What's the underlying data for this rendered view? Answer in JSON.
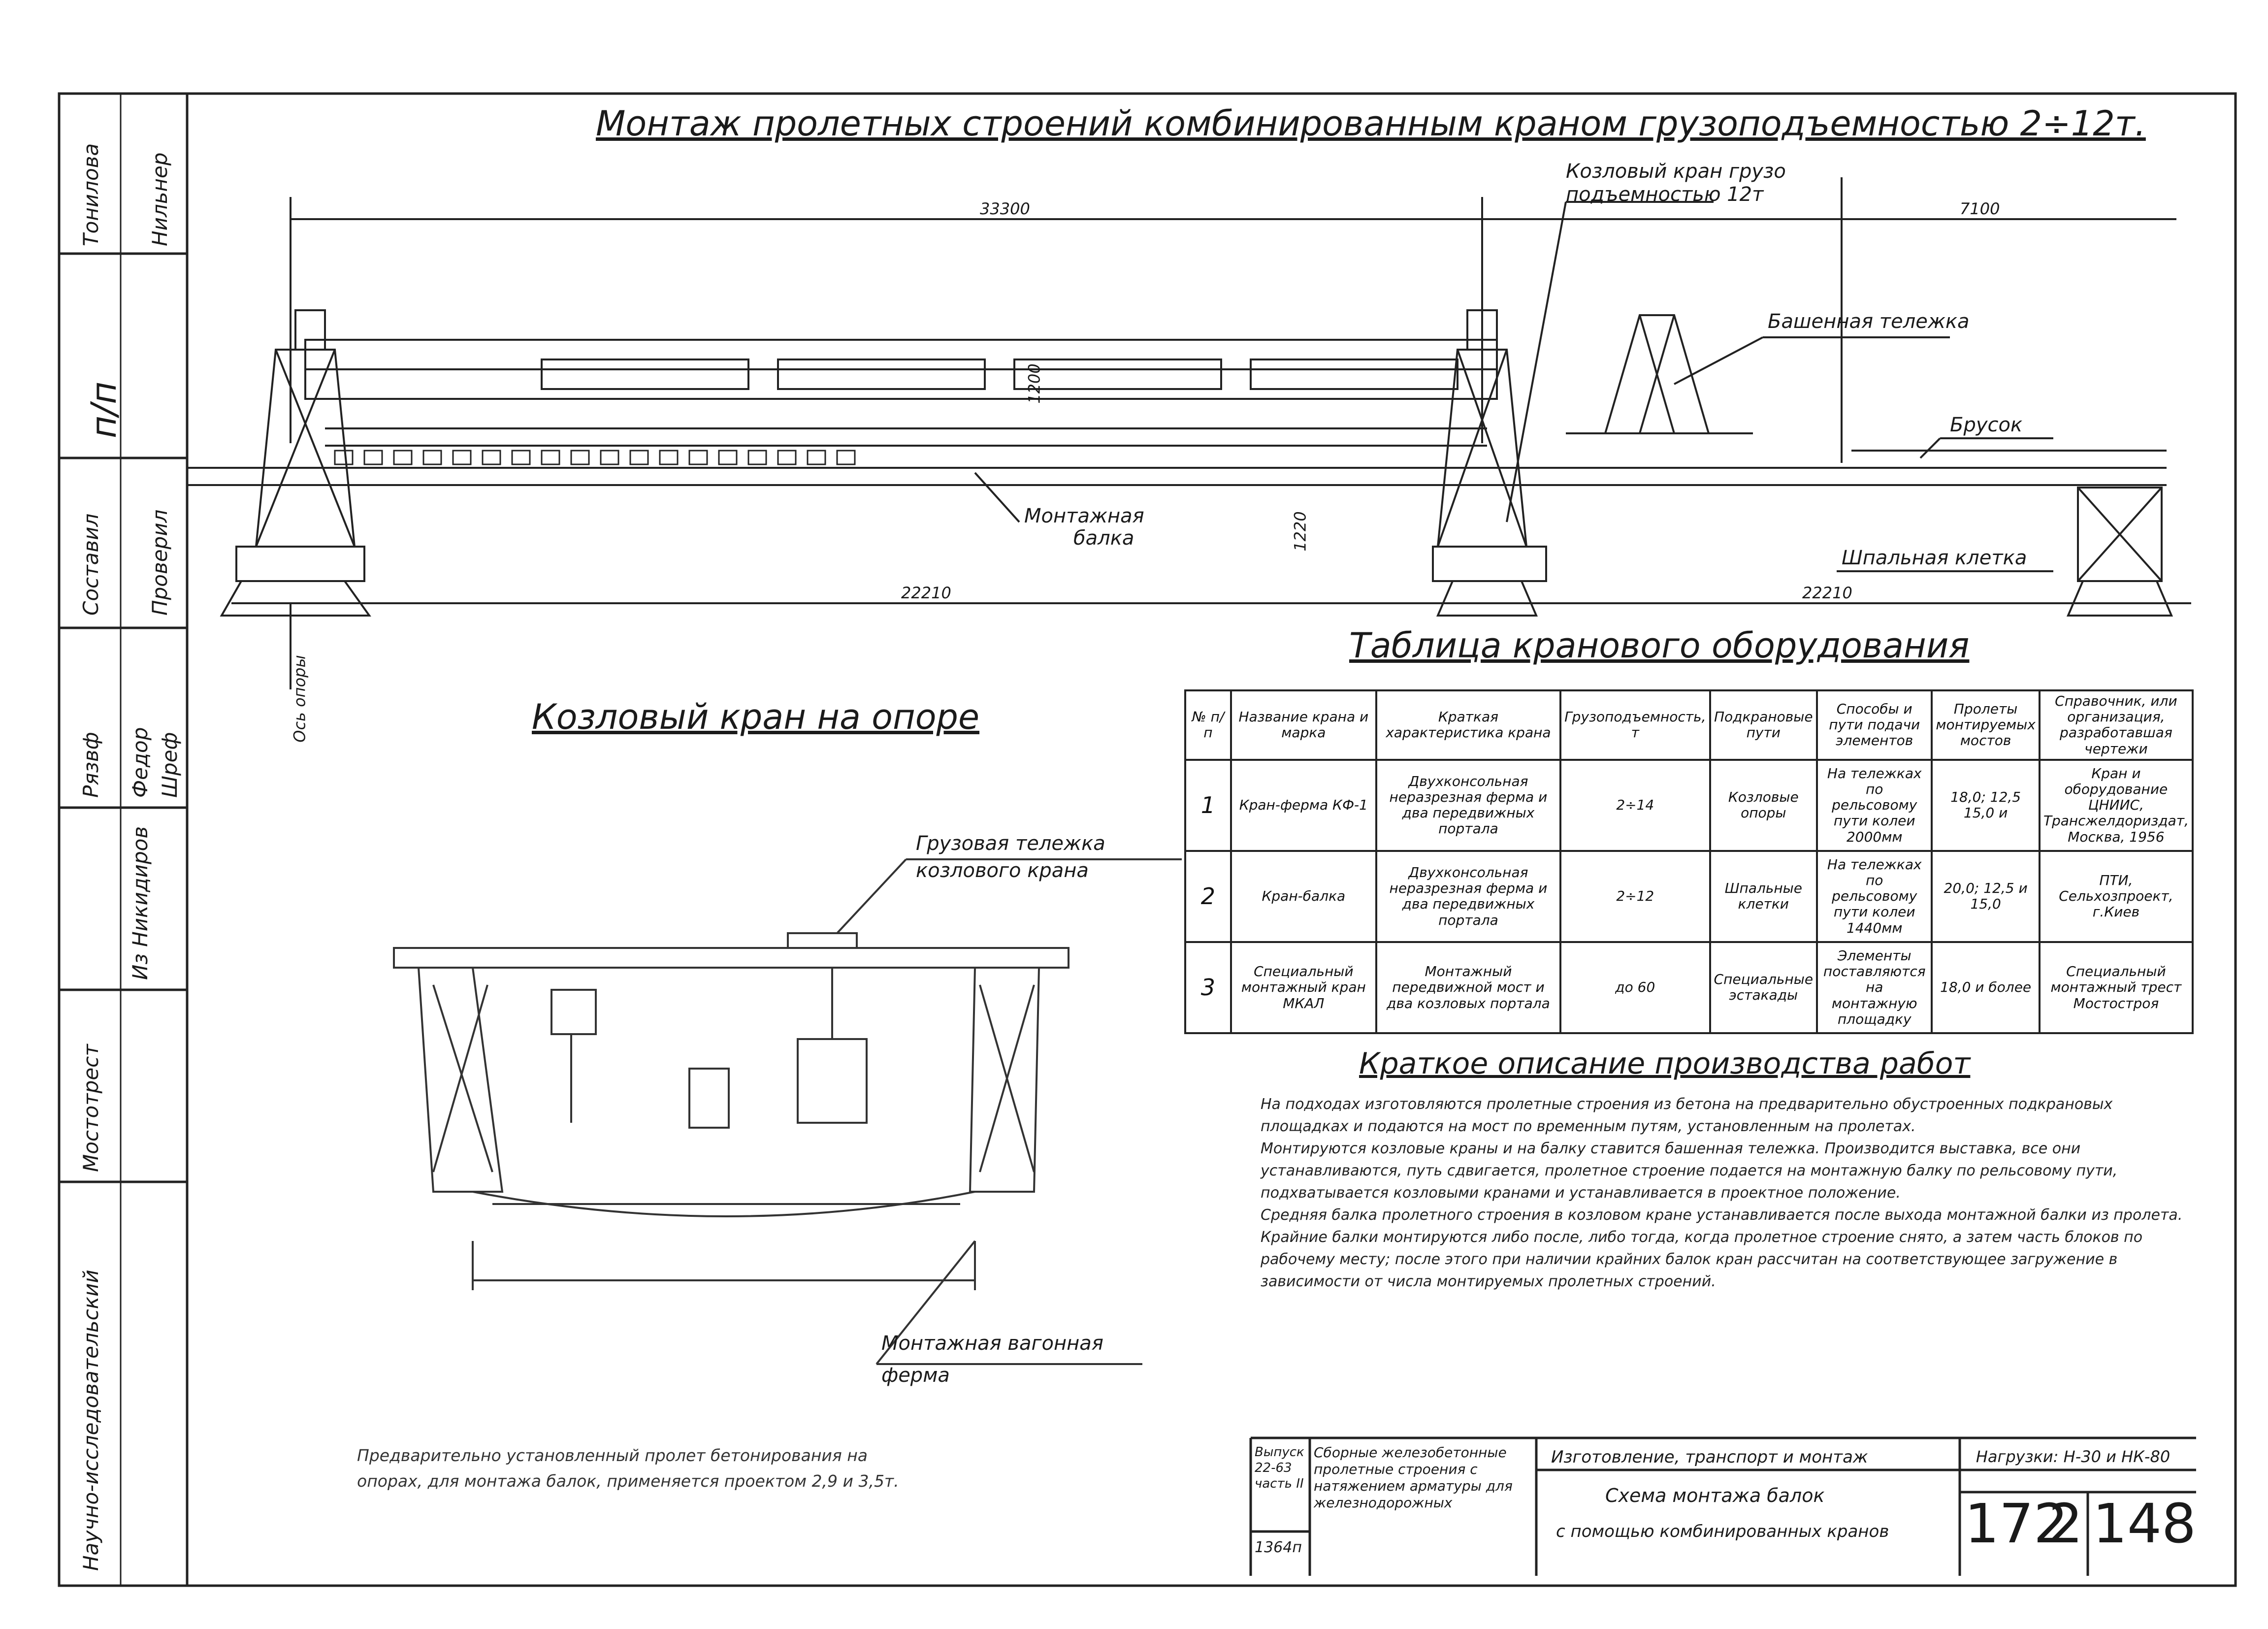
{
  "titles": {
    "main": "Монтаж пролетных строений комбинированным краном грузоподъемностью 2÷12т.",
    "table": "Таблица кранового оборудования",
    "gantry_on_support": "Козловый кран на опоре",
    "work_description": "Краткое описание производства работ"
  },
  "labels": {
    "gantry_crane": "Козловый кран грузо",
    "gantry_crane_line2": "подъемностью 12т",
    "tower_trolley": "Башенная тележка",
    "sleeper": "Шпальная клетка",
    "mounting_beam": "Монтажная",
    "mounting_beam_line2": "балка",
    "beam_right": "Брусок",
    "gantry_trolley": "Грузовая тележка",
    "gantry_trolley_line2": "козлового крана",
    "bottom_callout": "Монтажная вагонная",
    "bottom_callout_line2": "ферма"
  },
  "dimensions": {
    "span_total": "33300",
    "span_right": "7100",
    "track_left": "22210",
    "track_right": "22210",
    "height_mid": "1200",
    "height_col": "1220",
    "support": "Ось опоры"
  },
  "stamp": {
    "col1": "Нильнер",
    "col1b": "Тонилова",
    "col2": "п/п",
    "col3": "Проверил",
    "col3b": "Составил",
    "col4": "Шреф",
    "col4b": "Федор",
    "col4c": "Рязвф",
    "col5": "Из Никидиров",
    "col6": "Мостотрест",
    "col7": "Научно-исследовательский"
  },
  "table": {
    "headers": [
      "№ п/п",
      "Название крана и марка",
      "Краткая характеристика крана",
      "Грузоподъемность, т",
      "Подкрановые пути",
      "Способы и пути подачи элементов",
      "Пролеты монтируемых мостов",
      "Справочник, или организация, разработавшая чертежи"
    ],
    "rows": [
      [
        "1",
        "Кран-ферма КФ-1",
        "Двухконсольная неразрезная ферма и два передвижных портала",
        "2÷14",
        "Козловые опоры",
        "На тележках по рельсовому пути колеи 2000мм",
        "18,0; 12,5 15,0 и",
        "Кран и оборудование ЦНИИС, Трансжелдориздат, Москва, 1956"
      ],
      [
        "2",
        "Кран-балка",
        "Двухконсольная неразрезная ферма и два передвижных портала",
        "2÷12",
        "Шпальные клетки",
        "На тележках по рельсовому пути колеи 1440мм",
        "20,0; 12,5 и 15,0",
        "ПТИ, Сельхозпроект, г.Киев"
      ],
      [
        "3",
        "Специальный монтажный кран МКАЛ",
        "Монтажный передвижной мост и два козловых портала",
        "до 60",
        "Специальные эстакады",
        "Элементы поставляются на монтажную площадку",
        "18,0 и более",
        "Специальный монтажный трест Мостостроя"
      ]
    ]
  },
  "description": [
    "На подходах изготовляются пролетные строения из бетона на предварительно обустроенных подкрановых площадках и подаются на мост по временным путям, установленным на пролетах.",
    "Монтируются козловые краны и на балку ставится башенная тележка. Производится выставка, все они устанавливаются, путь сдвигается, пролетное строение подается на монтажную балку по рельсовому пути, подхватывается козловыми кранами и устанавливается в проектное положение.",
    "Средняя балка пролетного строения в козловом кране устанавливается после выхода монтажной балки из пролета. Крайние балки монтируются либо после, либо тогда, когда пролетное строение снято, а затем часть блоков по рабочему месту; после этого при наличии крайних балок кран рассчитан на соответствующее загружение в зависимости от числа монтируемых пролетных строений."
  ],
  "note": [
    "Предварительно установленный пролет бетонирования на",
    "опорах, для монтажа балок, применяется проектом 2,9 и 3,5т."
  ],
  "titleblock": {
    "doc": "Выпуск 22-63 часть II",
    "sheet_id": "1364п",
    "description": "Сборные железобетонные пролетные строения с натяжением арматуры для железнодорожных",
    "header_top": "Изготовление, транспорт и монтаж",
    "load": "Нагрузки: Н-30 и НК-80",
    "scheme": "Схема монтажа балок",
    "scheme_line2": "с помощью комбинированных кранов",
    "num1": "172",
    "num2": "2",
    "num3": "148"
  }
}
